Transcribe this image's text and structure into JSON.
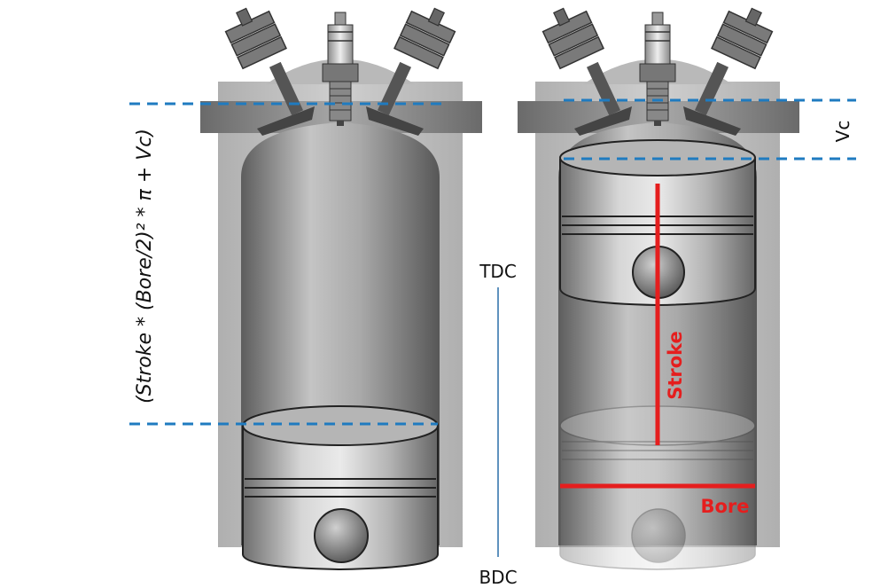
{
  "labels": {
    "volume_formula": "(Stroke * (Bore/2)² * π + Vc)",
    "vc": "Vc",
    "tdc": "TDC",
    "bdc": "BDC",
    "stroke": "Stroke",
    "bore": "Bore"
  },
  "colors": {
    "dashed_line": "#1f7bc0",
    "measure_red": "#e51e1e",
    "tdc_bdc_line": "#2a6fa8"
  }
}
